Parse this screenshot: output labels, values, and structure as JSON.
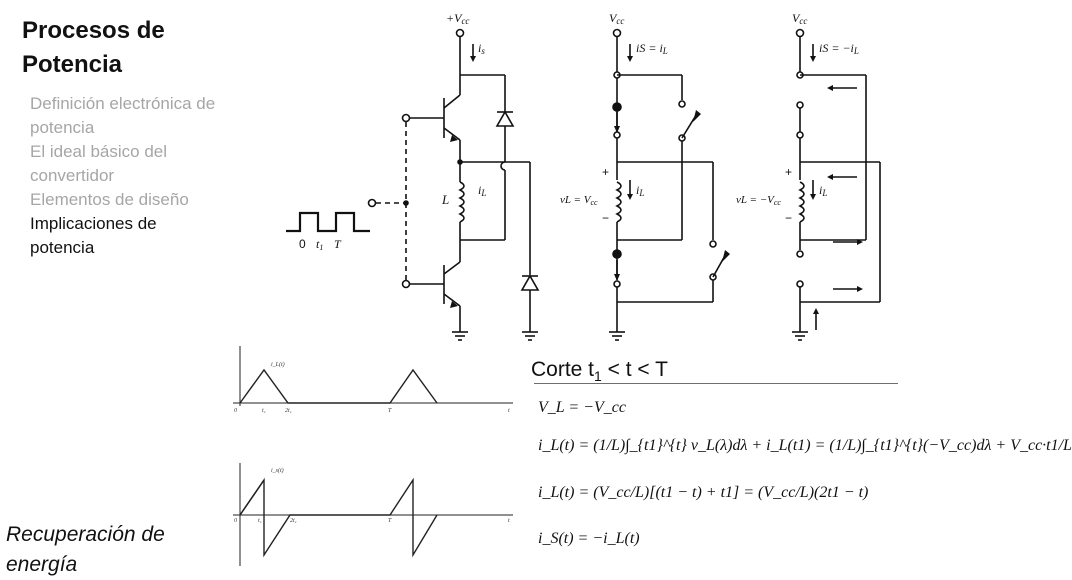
{
  "sidebar": {
    "title": "Procesos de Potencia",
    "items": [
      {
        "label": "Definición electrónica de potencia",
        "state": "dim"
      },
      {
        "label": "El ideal básico del convertidor",
        "state": "dim"
      },
      {
        "label": "Elementos de diseño",
        "state": "dim"
      },
      {
        "label": "Implicaciones de potencia",
        "state": "active"
      }
    ],
    "footer": "Recuperación de energía"
  },
  "main": {
    "section_heading_base": "Corte t",
    "section_heading_sub": "1",
    "section_heading_rest": " < t < T",
    "equations": [
      "V_L = −V_cc",
      "i_L(t) = (1/L)∫_{t1}^{t} v_L(λ)dλ + i_L(t1) = (1/L)∫_{t1}^{t}(−V_cc)dλ + V_cc·t1/L",
      "i_L(t) = (V_cc/L)[(t1 − t) + t1] = (V_cc/L)(2t1 − t)",
      "i_S(t) = −i_L(t)"
    ]
  },
  "circuit": {
    "supply_1": "+V",
    "supply_sub": "cc",
    "supply_2": "V",
    "supply_3": "V",
    "current_s": "i",
    "current_s_sub": "s",
    "current_is_eq": "i",
    "is_eq_text": "S = i",
    "is_eq_tail": "L",
    "is_neg_text": "S = −i",
    "inductor_label": "L",
    "inductor_current": "i",
    "inductor_current_sub": "L",
    "vl_pos": "v",
    "vl_pos_text": "L = V",
    "vl_pos_tail": "cc",
    "vl_neg_text": "L = −V",
    "time_0": "0",
    "time_t1": "t",
    "time_t1_sub": "1",
    "time_T": "T",
    "plus": "+",
    "minus": "−"
  },
  "graphs": {
    "top_label": "i_L(t)",
    "bottom_label": "i_s(t)",
    "tick_0": "0",
    "tick_t1": "t₁",
    "tick_2t1": "2t₁",
    "tick_T": "T",
    "tick_t": "t"
  }
}
